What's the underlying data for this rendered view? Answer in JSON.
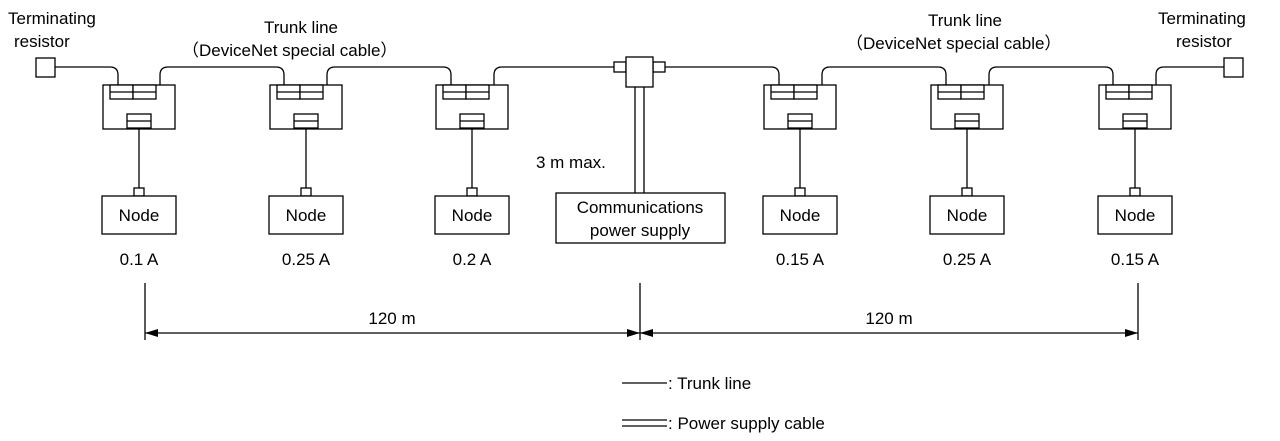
{
  "left_terminator": {
    "line1": "Terminating",
    "line2": "resistor"
  },
  "right_terminator": {
    "line1": "Terminating",
    "line2": "resistor"
  },
  "left_trunk": {
    "line1": "Trunk line",
    "line2": "（DeviceNet special cable）"
  },
  "right_trunk": {
    "line1": "Trunk line",
    "line2": "（DeviceNet special cable）"
  },
  "nodes": [
    {
      "label": "Node",
      "current": "0.1 A"
    },
    {
      "label": "Node",
      "current": "0.25 A"
    },
    {
      "label": "Node",
      "current": "0.2 A"
    },
    {
      "label": "Node",
      "current": "0.15 A"
    },
    {
      "label": "Node",
      "current": "0.25 A"
    },
    {
      "label": "Node",
      "current": "0.15 A"
    }
  ],
  "power_supply": {
    "line1": "Communications",
    "line2": "power supply",
    "cable_length": "3 m max."
  },
  "dimensions": {
    "left": "120 m",
    "right": "120 m"
  },
  "legend": {
    "trunk_line": ": Trunk line",
    "power_cable": ": Power supply cable"
  }
}
